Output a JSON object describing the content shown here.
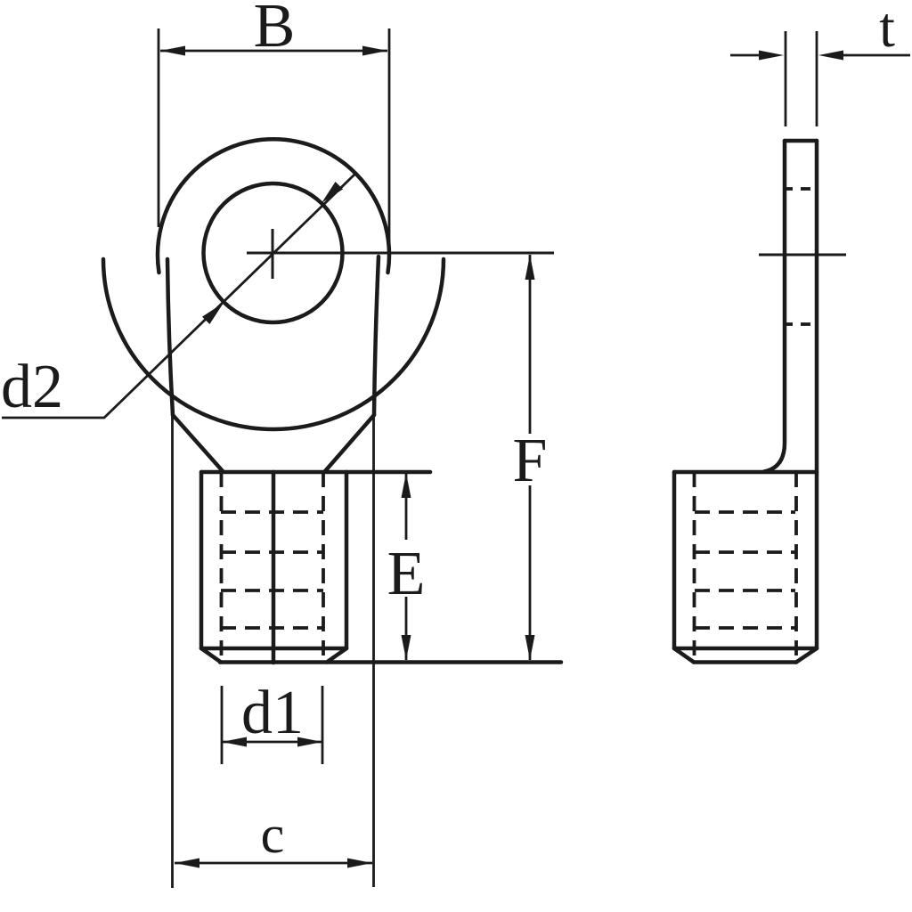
{
  "drawing": {
    "kind": "ring-terminal-dimensional-drawing",
    "labels": {
      "b": "B",
      "t": "t",
      "d2": "d2",
      "f": "F",
      "e": "E",
      "d1": "d1",
      "c": "c"
    }
  },
  "colors": {
    "line": "#1b1b1b",
    "background": "#ffffff"
  }
}
